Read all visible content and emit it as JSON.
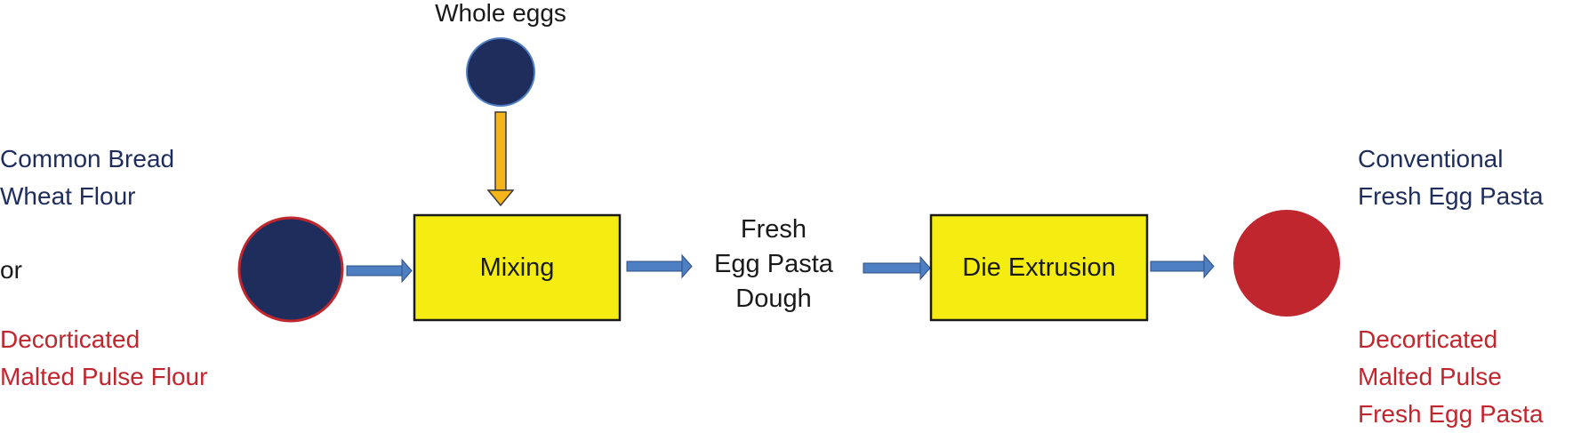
{
  "colors": {
    "navy": "#1f2d5c",
    "red": "#c0262d",
    "box_fill": "#f5ec12",
    "box_stroke": "#1a1a1a",
    "arrow_blue": "#4f7fc3",
    "arrow_gold": "#f4b41a"
  },
  "inputs": {
    "whole_eggs": "Whole eggs",
    "flour_option_1": [
      "Common Bread",
      "Wheat Flour"
    ],
    "or_label": "or",
    "flour_option_2": [
      "Decorticated",
      "Malted Pulse Flour"
    ]
  },
  "steps": {
    "mixing": "Mixing",
    "intermediate": [
      "Fresh",
      "Egg Pasta",
      "Dough"
    ],
    "extrusion": "Die Extrusion"
  },
  "outputs": {
    "product_1": [
      "Conventional",
      "Fresh Egg Pasta"
    ],
    "product_2": [
      "Decorticated",
      "Malted Pulse",
      "Fresh Egg Pasta"
    ]
  }
}
